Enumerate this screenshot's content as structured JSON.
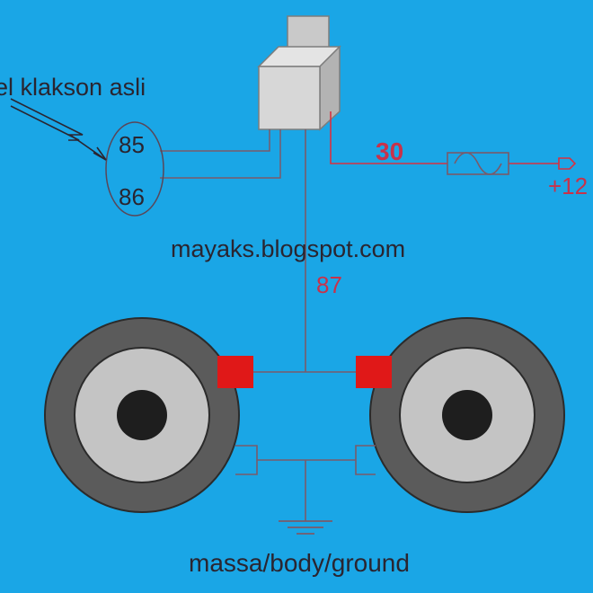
{
  "diagram": {
    "relay_input_caption": "el klakson asli",
    "pin_85": "85",
    "pin_86": "86",
    "pin_30": "30",
    "pin_87": "87",
    "supply_label": "+12",
    "watermark": "mayaks.blogspot.com",
    "ground_label": "massa/body/ground"
  },
  "colors": {
    "background": "#1aa6e6",
    "wire": "#7a5a6a",
    "wire_positive": "#d83040",
    "pin_text": "#c8324a",
    "text": "#2a2530",
    "relay_face": "#d7d7d7",
    "relay_side": "#bdbdbd",
    "horn_outer": "#5b5b5b",
    "horn_rim": "#2b2b2b",
    "horn_inner": "#c4c4c4",
    "horn_center": "#1e1e1e",
    "terminal_red": "#e01818"
  },
  "icons": [
    "relay-icon",
    "fuse-icon",
    "horn-left-icon",
    "horn-right-icon",
    "ground-symbol-icon",
    "arrow-right-icon"
  ]
}
